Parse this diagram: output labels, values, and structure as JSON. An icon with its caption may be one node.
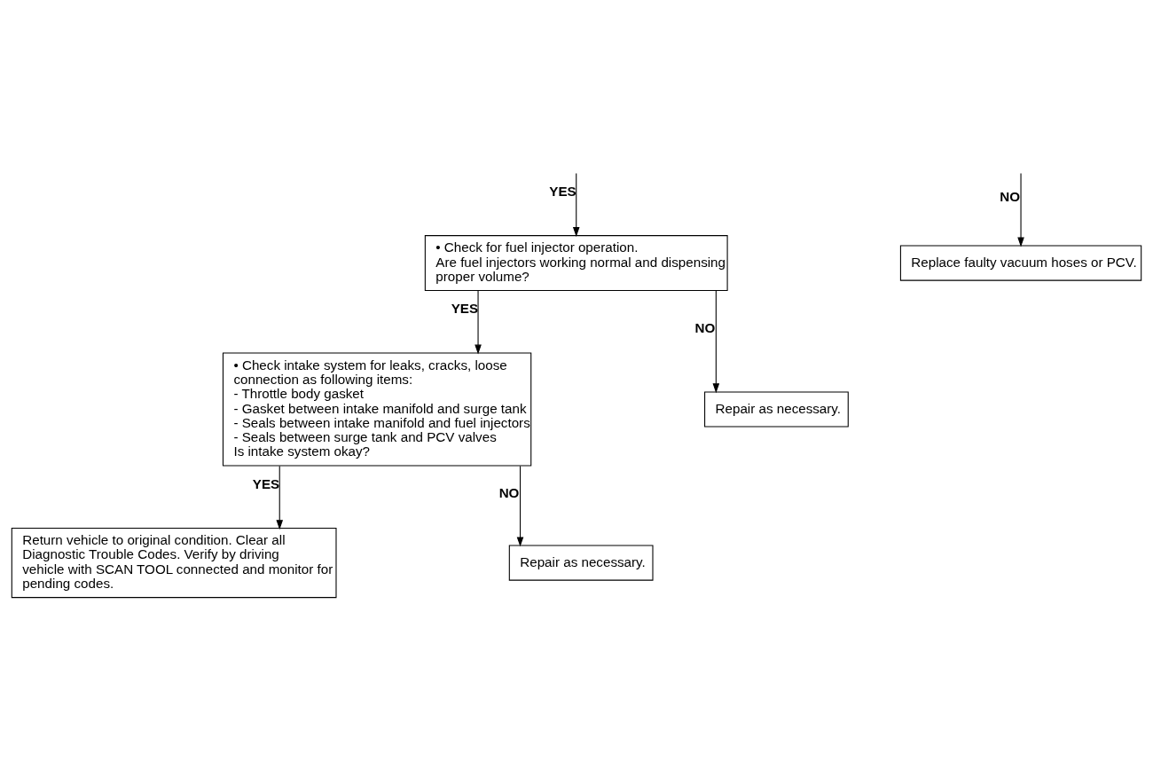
{
  "diagram": {
    "nodes": [
      {
        "text": [
          "• Check for fuel injector operation.",
          "Are fuel injectors working normal and dispensing proper volume?"
        ]
      },
      {
        "text": [
          "Replace faulty vacuum hoses or PCV."
        ]
      },
      {
        "text": [
          "• Check intake system for leaks, cracks, loose connection as following items:",
          "- Throttle body gasket",
          "- Gasket between intake manifold and surge tank",
          "- Seals between intake manifold and fuel injectors",
          "- Seals between surge tank and PCV valves",
          "Is intake system okay?"
        ]
      },
      {
        "text": [
          "Repair as necessary."
        ]
      },
      {
        "text": [
          "Return vehicle to original condition. Clear all Diagnostic Trouble Codes. Verify by driving vehicle with SCAN TOOL connected and monitor for pending codes."
        ]
      },
      {
        "text": [
          "Repair as necessary."
        ]
      }
    ],
    "edges": [
      {
        "from": null,
        "to": 0,
        "arrow": "to",
        "label": "YES"
      },
      {
        "from": null,
        "to": 1,
        "arrow": "to",
        "label": "NO"
      },
      {
        "from": 0,
        "to": 2,
        "arrow": "to",
        "label": "YES"
      },
      {
        "from": 0,
        "to": 3,
        "arrow": "to",
        "label": "NO"
      },
      {
        "from": 2,
        "to": 4,
        "arrow": "to",
        "label": "YES"
      },
      {
        "from": 2,
        "to": 5,
        "arrow": "to",
        "label": "NO"
      }
    ]
  }
}
